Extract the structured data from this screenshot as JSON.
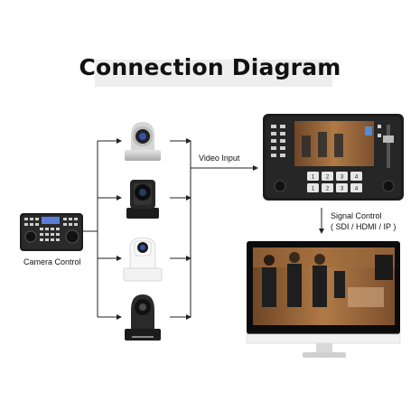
{
  "title": "Connection Diagram",
  "labels": {
    "video_input": "Video Input",
    "camera_control": "Camera Control",
    "signal_control_line1": "Signal Control",
    "signal_control_line2": "( SDI / HDMI / IP )"
  },
  "colors": {
    "title_band": "#eeeeee",
    "line": "#222222",
    "device_dark": "#1c1c1c",
    "camera_white": "#f2f2f2",
    "monitor_bezel": "#0b0b0b",
    "monitor_stand": "#d8d8d8",
    "screen_warm": "#8a5a35"
  },
  "devices": {
    "cameras": [
      "ptz-camera-silver",
      "ptz-camera-black-box",
      "ptz-camera-white",
      "ptz-camera-black-round"
    ],
    "controller": "camera-control-keyboard",
    "switcher": "video-switcher",
    "display": "monitor"
  },
  "switcher_keys": [
    "1",
    "2",
    "3",
    "4",
    "1",
    "2",
    "3",
    "4"
  ]
}
